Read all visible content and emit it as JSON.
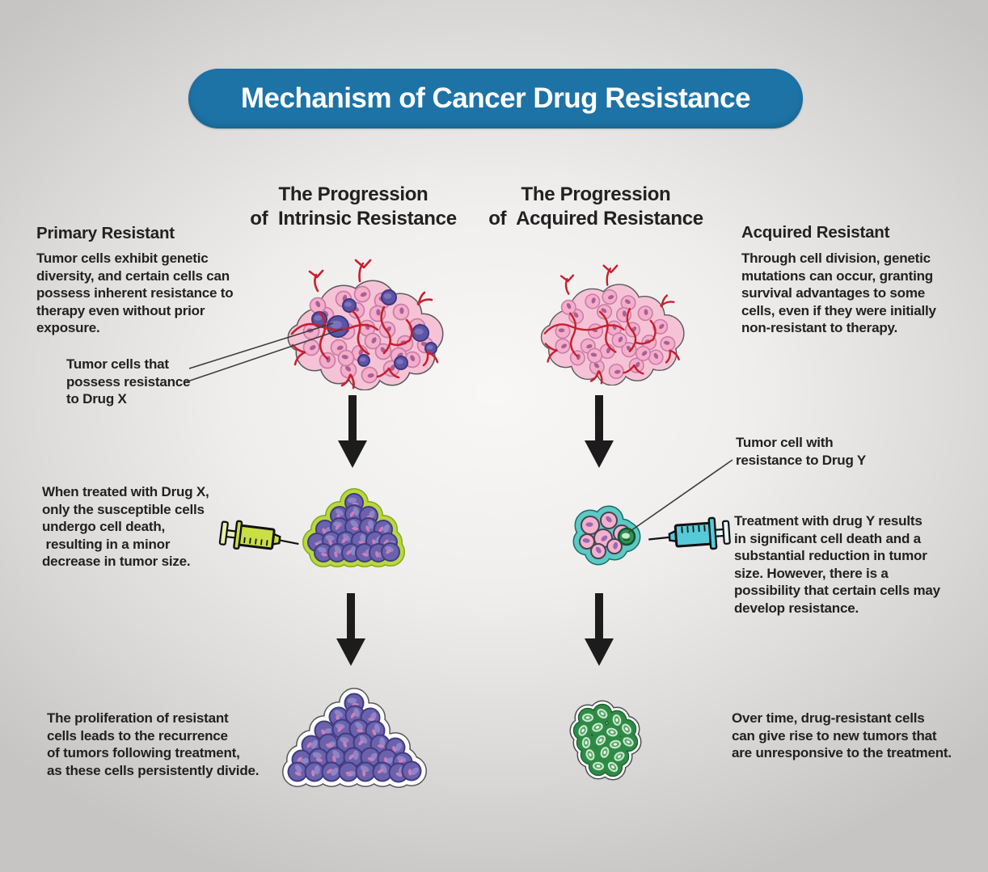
{
  "title": "Mechanism of Cancer Drug Resistance",
  "intrinsic_column": {
    "header": "The Progression\nof  Intrinsic Resistance",
    "stage1_label": "Primary Resistant",
    "stage1_text": "Tumor cells exhibit genetic\ndiversity, and certain cells can\npossess inherent resistance to\ntherapy even without prior\nexposure.",
    "callout": "Tumor cells that\npossess resistance\nto Drug X",
    "stage2_text": "When treated with Drug X,\nonly the susceptible cells\nundergo cell death,\n resulting in a minor\ndecrease in tumor size.",
    "stage3_text": "The proliferation of resistant\ncells leads to the recurrence\nof tumors following treatment,\nas these cells persistently divide."
  },
  "acquired_column": {
    "header": "The Progression\nof  Acquired Resistance",
    "stage1_label": "Acquired Resistant",
    "stage1_text": "Through cell division, genetic\nmutations can occur, granting\nsurvival advantages to some\ncells, even if they were initially\nnon-resistant to therapy.",
    "callout": "Tumor cell with\nresistance to Drug Y",
    "stage2_text": "Treatment with drug Y results\nin significant cell death and a\nsubstantial reduction in tumor\nsize. However, there is a\npossibility that certain cells may\ndevelop resistance.",
    "stage3_text": "Over time, drug-resistant cells\ncan give rise to new tumors that\nare unresponsive to the treatment."
  },
  "illustrations": {
    "tumor_intrinsic_initial": "heterogeneous pink tumor with vasculature and intrinsically resistant purple cells",
    "tumor_acquired_initial": "pink tumor with vasculature",
    "tumor_after_drug_x": "smaller tumor of resistant purple cells with green drug halo",
    "tumor_after_drug_y": "small tumor with teal halo and one green resistant cell",
    "tumor_recurrent": "large recurrent tumor of resistant purple cells",
    "tumor_drug_y_resistant": "green drug-resistant tumor",
    "syringe_drug_x": "green syringe (Drug X)",
    "syringe_drug_y": "cyan syringe (Drug Y)",
    "down_arrow": "black downward progression arrow"
  },
  "colors": {
    "banner_blue": "#1d73a6",
    "text_dark": "#232021",
    "tumor_pink": "#f4aec9",
    "vessel_red": "#c7202e",
    "resistant_purple": "#6b62ad",
    "drug_x_green": "#c9df45",
    "drug_x_halo": "#b9d83f",
    "drug_y_cyan": "#57cad9",
    "drug_y_halo": "#5cc9c3",
    "resistant_green": "#2e8b46",
    "background_gray": "#c6c5c4"
  }
}
